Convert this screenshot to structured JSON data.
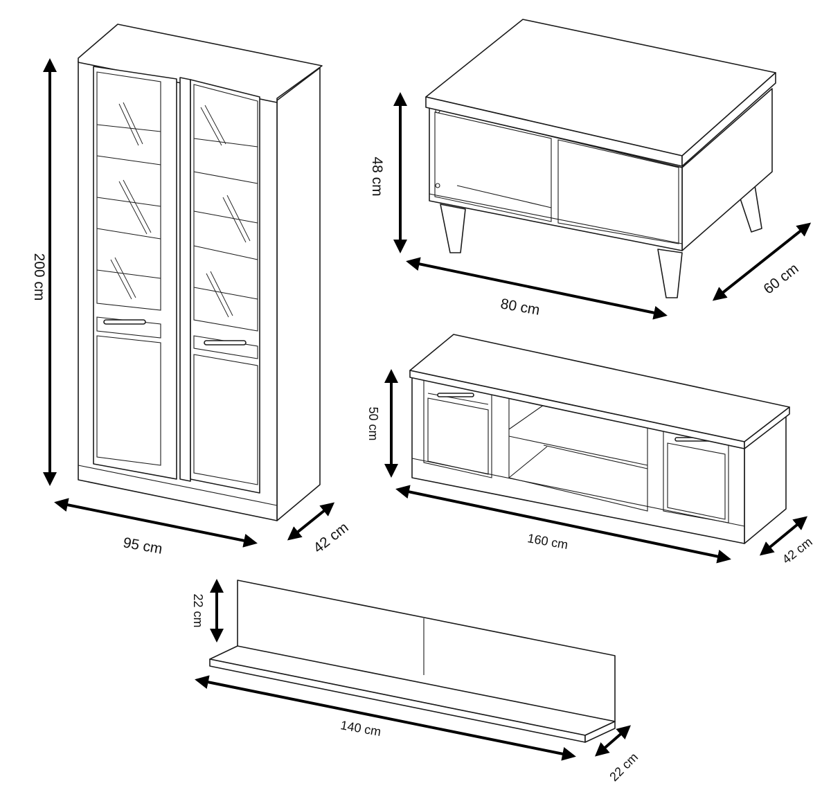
{
  "colors": {
    "line": "#1a1a1a",
    "background": "#ffffff"
  },
  "cabinet": {
    "height": "200 cm",
    "width": "95 cm",
    "depth": "42 cm"
  },
  "coffee_table": {
    "height": "48 cm",
    "width": "80 cm",
    "depth": "60 cm"
  },
  "tv_stand": {
    "height": "50 cm",
    "width": "160 cm",
    "depth": "42 cm"
  },
  "wall_shelf": {
    "height": "22 cm",
    "width": "140 cm",
    "depth": "22 cm"
  }
}
